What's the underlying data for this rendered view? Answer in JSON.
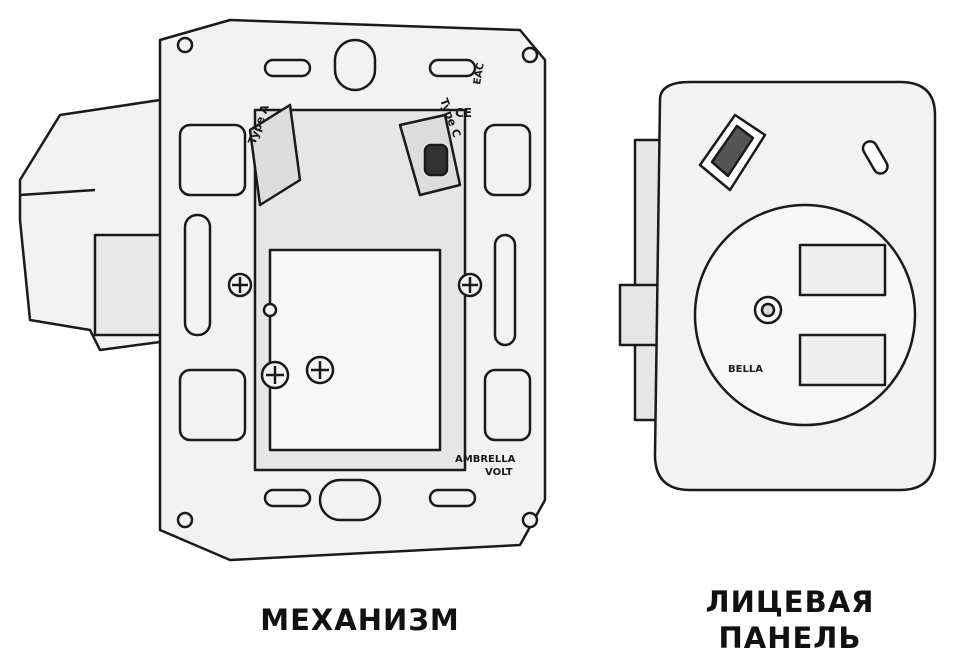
{
  "labels": {
    "mechanism": "МЕХАНИЗМ",
    "panel_line1": "ЛИЦЕВАЯ",
    "panel_line2": "ПАНЕЛЬ"
  },
  "product_markings": {
    "port_a": "Type A",
    "port_c": "Type C",
    "brand": "AMBRELLA VOLT",
    "certifications": [
      "EAC",
      "CE"
    ]
  },
  "colors": {
    "background": "#ffffff",
    "body": "#f2f2f2",
    "outline": "#1a1a1a",
    "text": "#111111"
  }
}
